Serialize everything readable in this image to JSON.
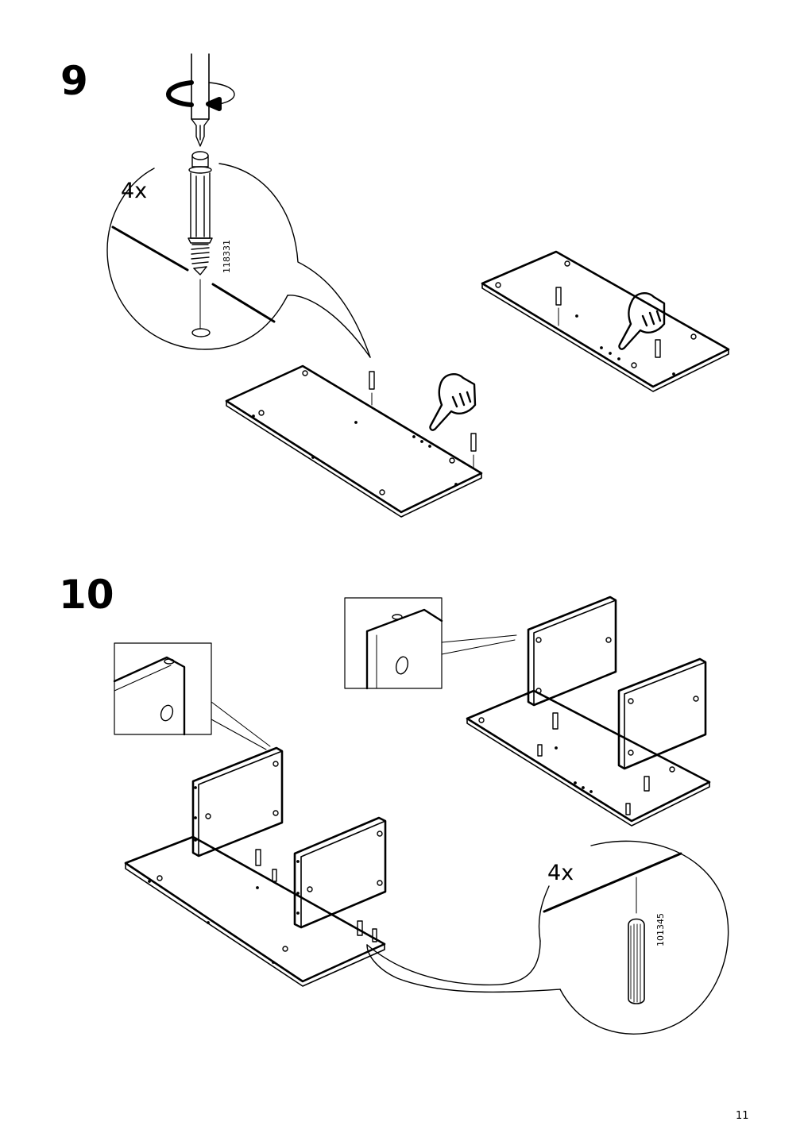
{
  "steps": [
    {
      "number": "9",
      "quantity": "4x",
      "part_code": "118331"
    },
    {
      "number": "10",
      "quantity": "4x",
      "part_code": "101345"
    }
  ],
  "page_number": "11",
  "icons": [
    "screwdriver-icon",
    "rotate-arrow-icon",
    "cam-bolt-icon",
    "pointing-hand-icon",
    "wooden-dowel-icon"
  ]
}
